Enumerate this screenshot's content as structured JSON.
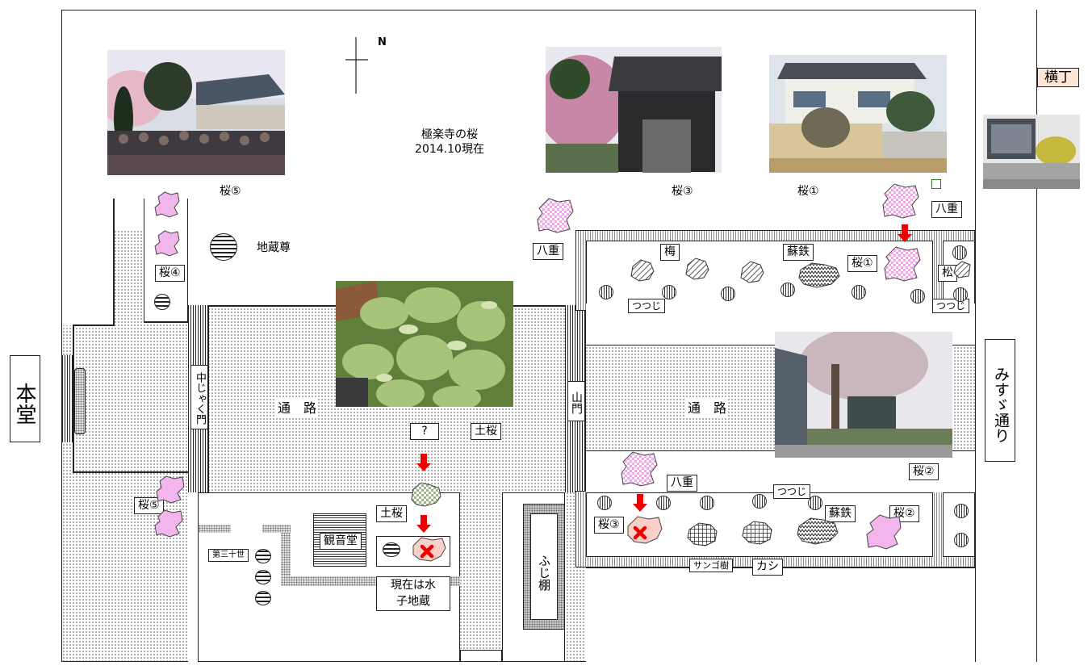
{
  "title": {
    "line1": "極楽寺の桜",
    "line2": "2014.10現在"
  },
  "compass": {
    "north": "N"
  },
  "buildings": {
    "hondo": "本堂",
    "kannondo": "観音堂",
    "fujidana": "ふじ棚",
    "sanmon": "山門",
    "nakajakumon": "中じゃく門"
  },
  "streets": {
    "yokocho": "横丁",
    "misuzu": "みすゞ通り"
  },
  "paths": {
    "left": "通　路",
    "right": "通　路"
  },
  "labels": {
    "sakura5_top": "桜⑤",
    "sakura3_top": "桜③",
    "sakura1_top": "桜①",
    "sakura4": "桜④",
    "jizoson": "地蔵尊",
    "yae_top_right": "八重",
    "yae_mid": "八重",
    "ume": "梅",
    "sotetsu_top": "蘇鉄",
    "sakura1_bed": "桜①",
    "matsu": "松",
    "tsutsuji_top1": "つつじ",
    "tsutsuji_top2": "つつじ",
    "question": "?",
    "dozakura_mid": "土桜",
    "dozakura_low": "土桜",
    "sakura5_low": "桜⑤",
    "daisanjusei": "第三十世",
    "mizuko": "現在は水\n子地蔵",
    "sakura2_photo": "桜②",
    "yae_low": "八重",
    "tsutsuji_low": "つつじ",
    "sotetsu_low": "蘇鉄",
    "sakura2_bed": "桜②",
    "sakura3_bed": "桜③",
    "sango": "サンゴ樹",
    "kashi": "カシ"
  },
  "colors": {
    "sakura": "#f2b6ec",
    "yae": "#f4c9f1",
    "dozakura": "#dfe8d2",
    "arrow": "#e00000",
    "cross": "#e00000",
    "street": "#fde6d6"
  }
}
